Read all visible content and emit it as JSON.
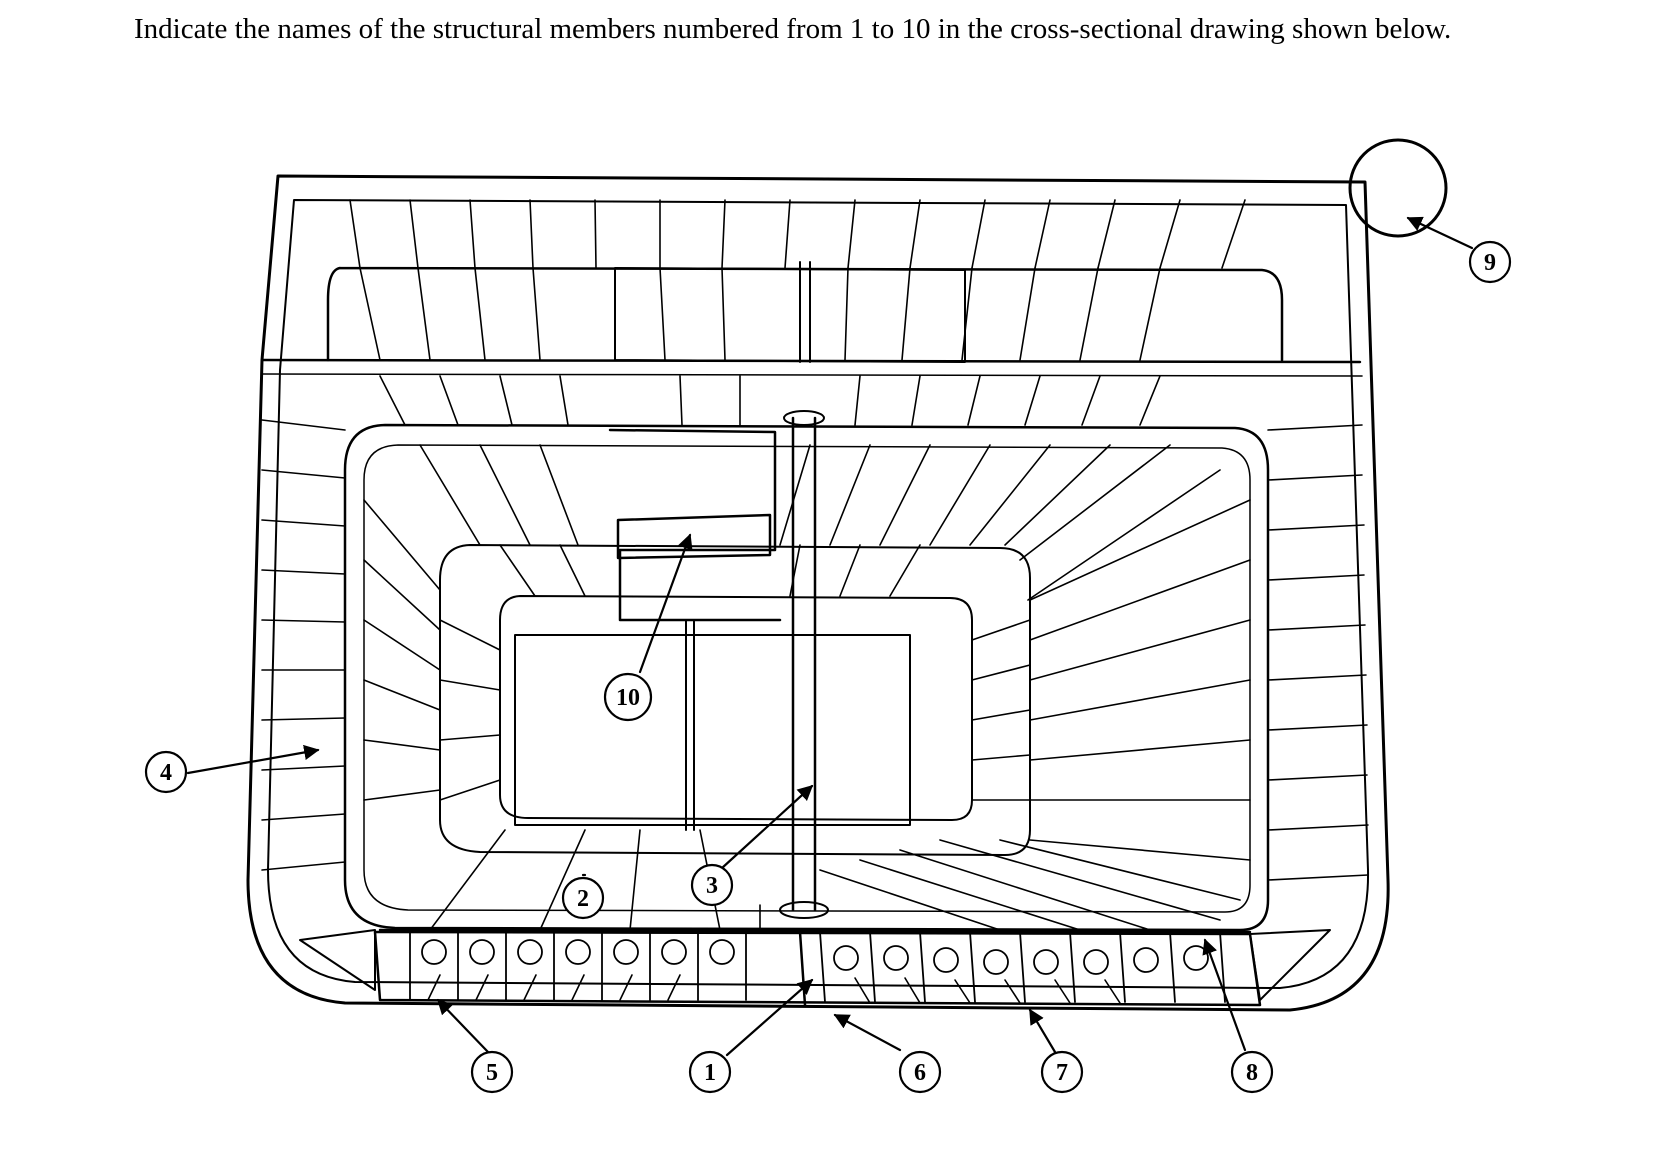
{
  "question": "Indicate the names of the structural members numbered from 1 to 10 in the cross-sectional drawing shown below.",
  "labels": {
    "l1": "1",
    "l2": "2",
    "l3": "3",
    "l4": "4",
    "l5": "5",
    "l6": "6",
    "l7": "7",
    "l8": "8",
    "l9": "9",
    "l10": "10"
  },
  "colors": {
    "ink": "#000000",
    "paper": "#ffffff"
  }
}
